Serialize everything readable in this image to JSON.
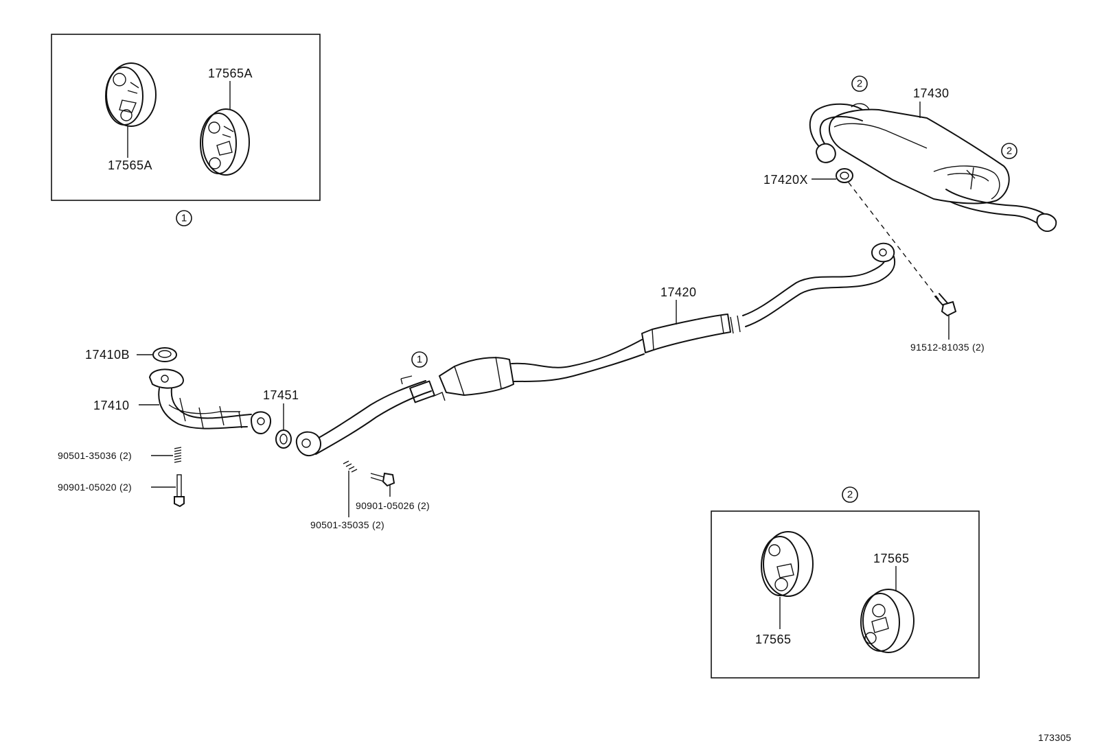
{
  "diagram_number": "173305",
  "callouts": {
    "c1": "1",
    "c2": "2"
  },
  "parts": {
    "p17565A_a": "17565A",
    "p17565A_b": "17565A",
    "p17430": "17430",
    "p17420X": "17420X",
    "p17420": "17420",
    "p91512": "91512-81035 (2)",
    "p17410B": "17410B",
    "p17410": "17410",
    "p17451": "17451",
    "p90501_36": "90501-35036 (2)",
    "p90901_20": "90901-05020 (2)",
    "p90901_26": "90901-05026 (2)",
    "p90501_35": "90501-35035 (2)",
    "p17565_a": "17565",
    "p17565_b": "17565"
  }
}
